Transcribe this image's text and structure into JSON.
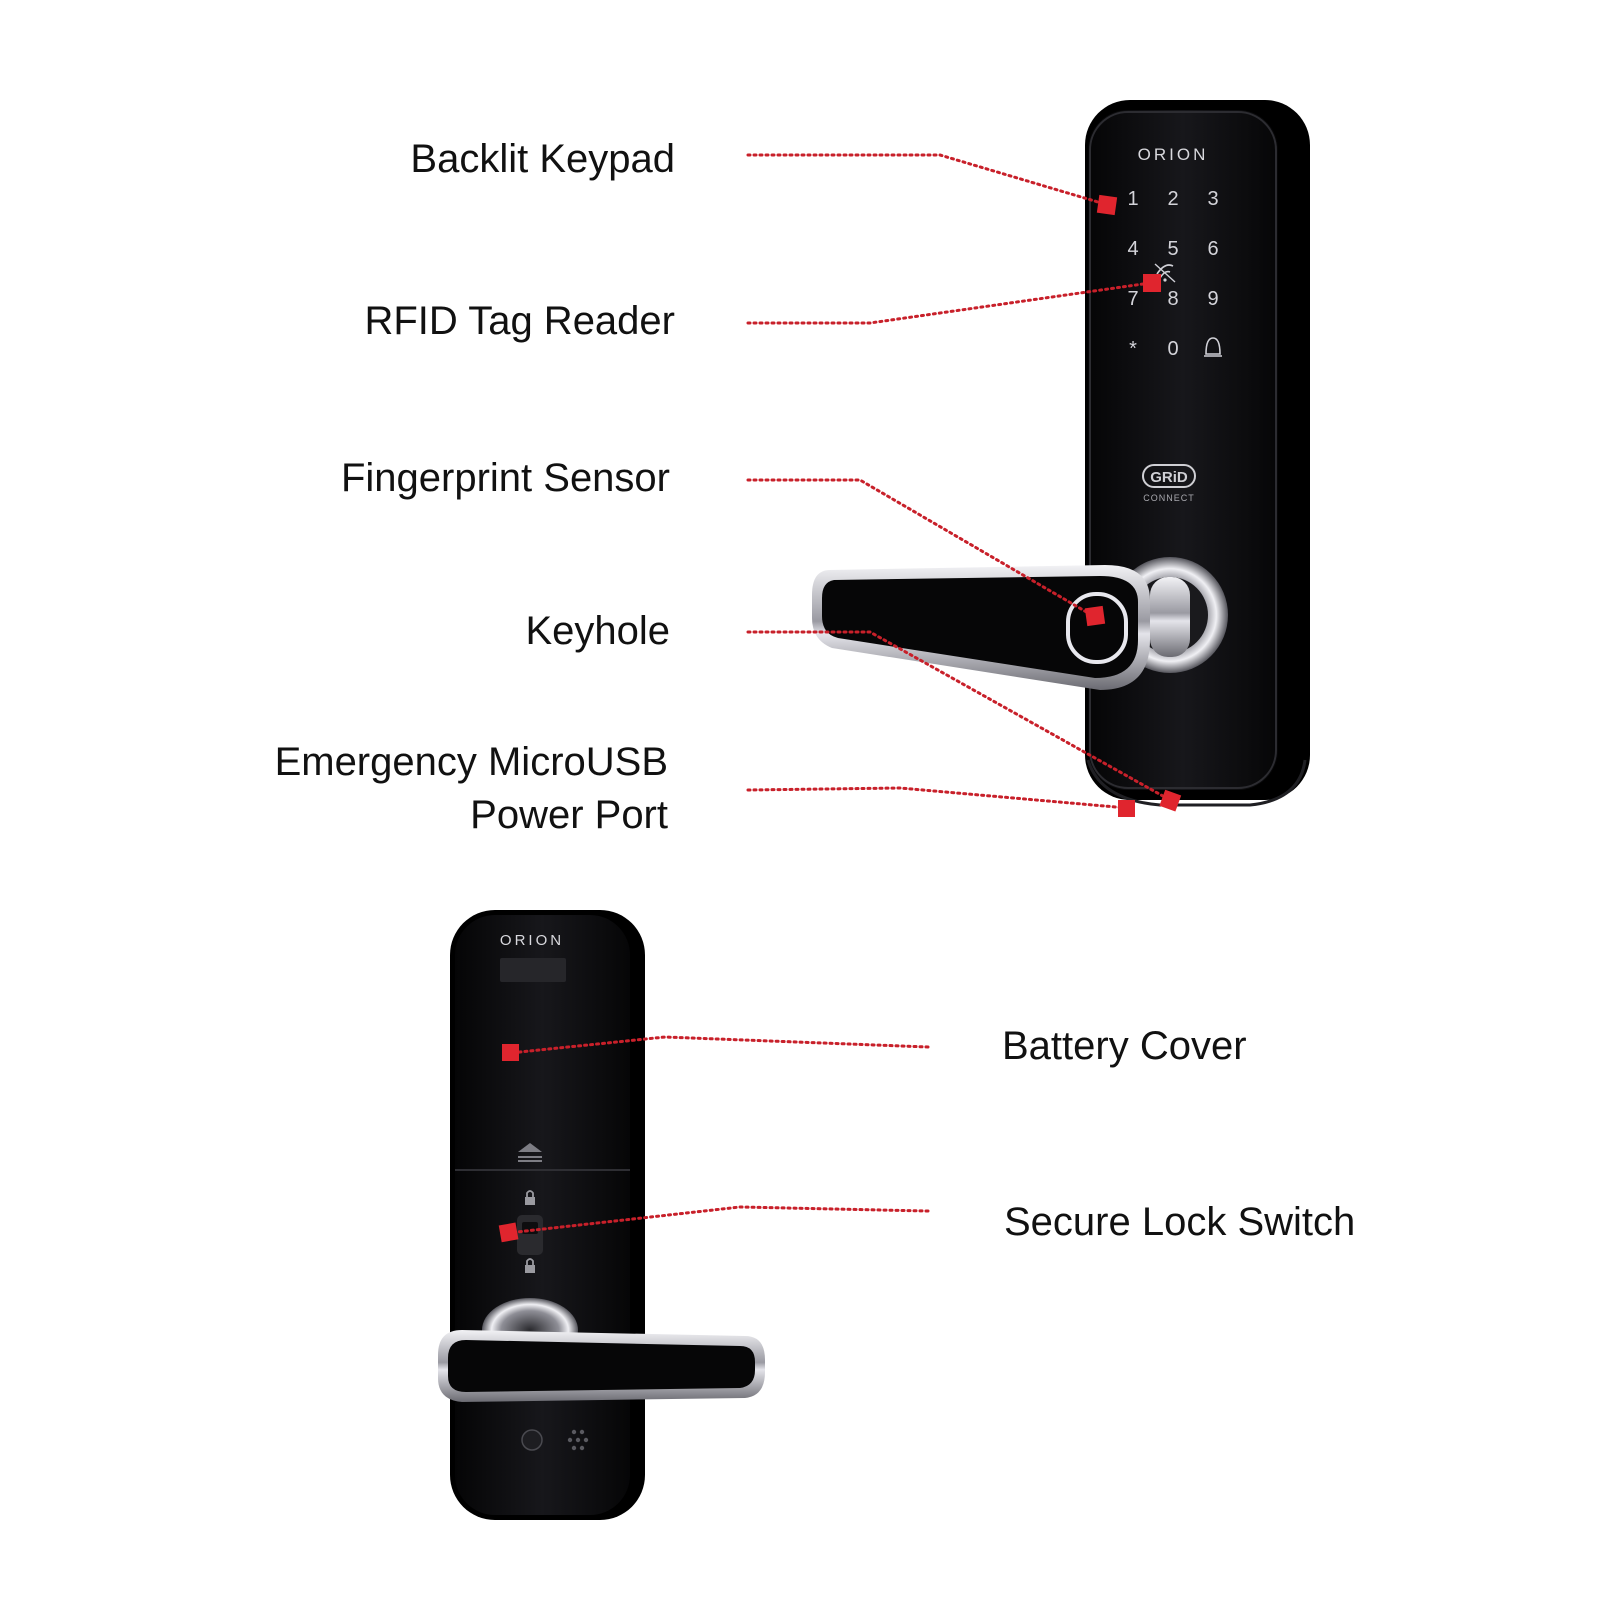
{
  "front_device": {
    "brand": "ORION",
    "logo": {
      "name": "GRiD",
      "sub": "CONNECT"
    },
    "keypad_keys": [
      "1",
      "2",
      "3",
      "4",
      "5",
      "6",
      "7",
      "8",
      "9",
      "*",
      "0",
      "bell-icon"
    ]
  },
  "back_device": {
    "brand": "ORION"
  },
  "callouts": {
    "backlit_keypad": "Backlit Keypad",
    "rfid_reader": "RFID Tag Reader",
    "fingerprint_sensor": "Fingerprint Sensor",
    "keyhole": "Keyhole",
    "usb_port_line1": "Emergency MicroUSB",
    "usb_port_line2": "Power Port",
    "battery_cover": "Battery Cover",
    "secure_lock_switch": "Secure Lock Switch"
  },
  "colors": {
    "leader_line": "#c8202a",
    "marker": "#e0252e",
    "device_body": "#0b0b0d",
    "device_panel": "#141417",
    "chrome": "#c9c9cf"
  }
}
